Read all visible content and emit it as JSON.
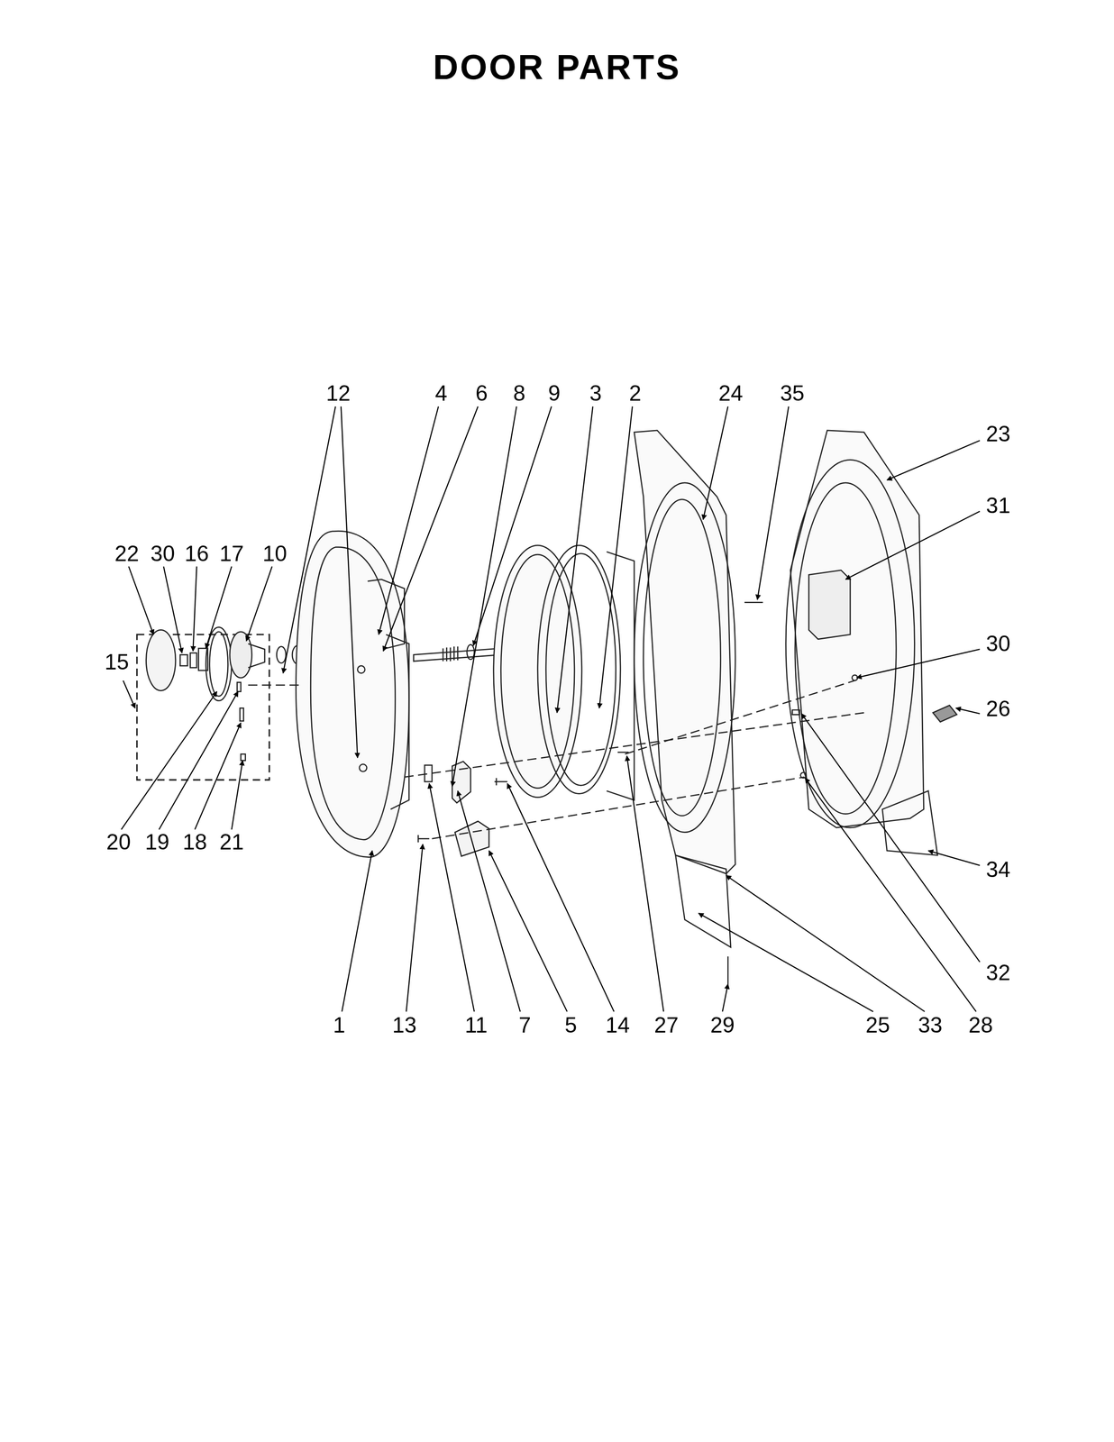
{
  "diagram": {
    "title": "DOOR PARTS",
    "labels": [
      "12",
      "4",
      "6",
      "8",
      "9",
      "3",
      "2",
      "24",
      "35",
      "23",
      "22",
      "30",
      "16",
      "17",
      "10",
      "31",
      "15",
      "30",
      "26",
      "20",
      "19",
      "18",
      "21",
      "34",
      "32",
      "1",
      "13",
      "11",
      "7",
      "5",
      "14",
      "27",
      "29",
      "25",
      "33",
      "28"
    ]
  }
}
